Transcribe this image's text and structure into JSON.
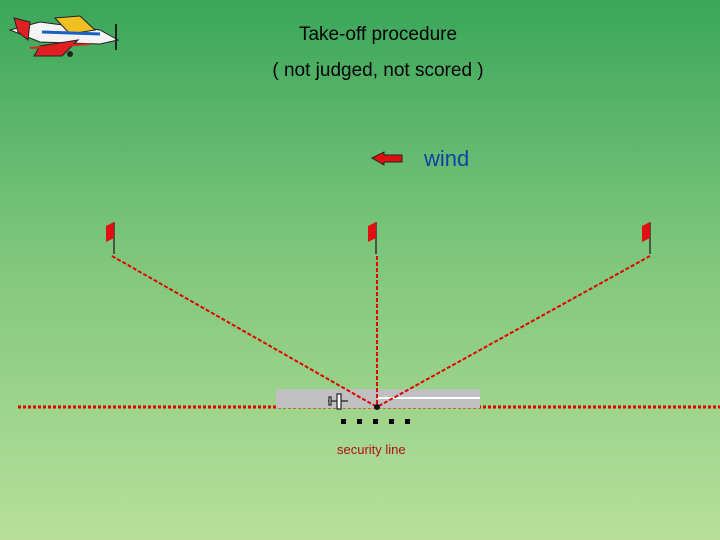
{
  "title": {
    "line1": "Take-off procedure",
    "line2": "( not judged, not scored )"
  },
  "wind": {
    "label": "wind",
    "arrow_icon": "left-arrow-icon",
    "arrow_color": "#e01010"
  },
  "security": {
    "label": "security line"
  },
  "colors": {
    "line_red": "#e00000",
    "label_blue": "#1240a8",
    "flag_red": "#e01010",
    "runway_gray": "#c0c0c0"
  },
  "icons": {
    "logo": "aerobatic-airplane-icon",
    "flag": "flag-icon",
    "plane": "small-airplane-icon"
  }
}
